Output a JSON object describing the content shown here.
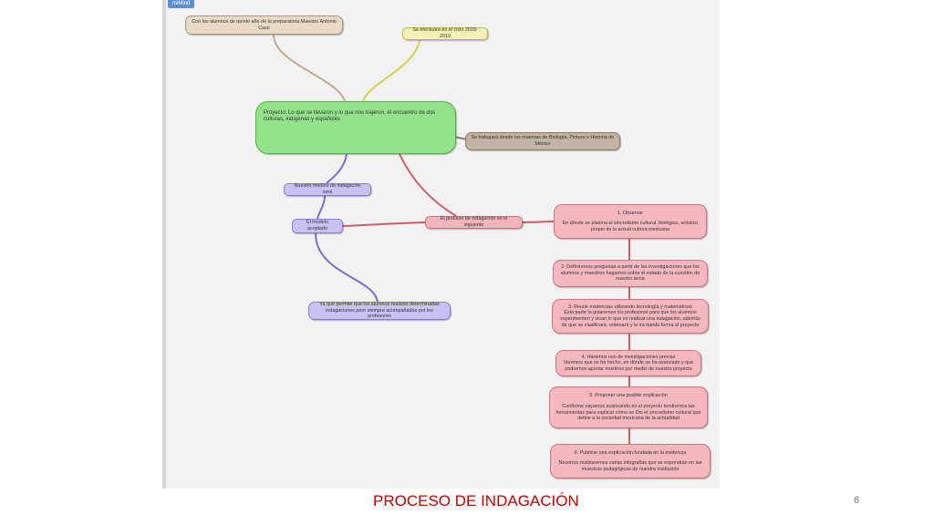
{
  "app": {
    "tag": "miMind"
  },
  "nodes": {
    "root": "Con los alumnos de quinto año de la preparatoria Maestro Antonio Caso",
    "cycle": "Se efectuará en el ciclo 2018-2019",
    "central": "Proyecto: Lo que se llevaron y lo que nos trajeron, el encuentro de dos culturas, indígenas y españoles",
    "subjects": "Se trabajará desde las materias de Biología, Pintura e Historia de México",
    "model": "Nuestro modelo de indagación será",
    "adopted": "El modelo acoplado",
    "purpose": "Ya que permite que los alumnos realicen determinadas indagaciones pero siempre acompañados por los profesores",
    "process": "El proceso de indagación es el siguiente"
  },
  "steps": [
    {
      "title": "1. Observar",
      "body": "En dónde se plasma el sincretismo cultural, biológico, artístico propio de la actual cultura mexicana"
    },
    {
      "title": "",
      "body": "2. Definiremos preguntas a partir de las investigaciones que los alumnos y maestros hagamos sobre el estado de la cuestión de nuestro tema"
    },
    {
      "title": "3. Reunir evidencias utilizando tecnología y matemáticas",
      "body": "Esta parte la guiaremos los profesores para que los alumnos experimenten y vivan lo que es realizar una indagación, además de que se clasificará, ordenará y le irá dando forma al proyecto"
    },
    {
      "title": "4. Haremos uso de investigaciones previas",
      "body": "Veremos que se ha hecho, en dónde se ha avanzado y que podremos aportar nosotros por medio de nuestro proyecto"
    },
    {
      "title": "5. Proponer una posible explicación",
      "body": "Conforme vayamos avanzando en el proyecto tendremos las herramientas para explicar cómo se Dio el sincretismo cultural que define a la sociedad mexicana de la actualidad"
    },
    {
      "title": "6. Publicar una explicación fundada en la evidencia",
      "body": "Nosotros realizaremos varias infografías que se expondrán en las muestras pedagógicas de nuestra institución"
    }
  ],
  "colors": {
    "central": "#92e38a",
    "purple": "#c9c1f3",
    "pink": "#f5b8bf",
    "edge_tan": "#c5a98b",
    "edge_yellow": "#d8cf4a",
    "edge_purple": "#7c6ad0",
    "edge_red": "#d15b66"
  },
  "footer": {
    "title": "PROCESO DE INDAGACIÓN",
    "page": "6"
  }
}
